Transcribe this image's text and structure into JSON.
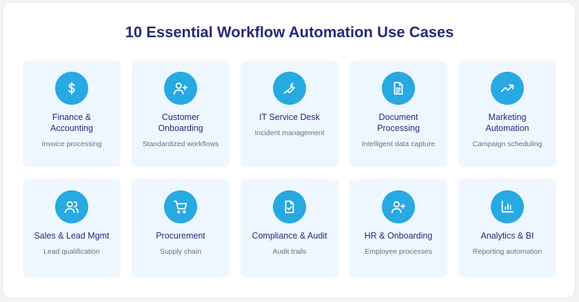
{
  "title": "10 Essential Workflow Automation Use Cases",
  "cards": [
    {
      "title": "Finance & Accounting",
      "desc": "Invoice processing",
      "icon": "dollar-icon"
    },
    {
      "title": "Customer Onboarding",
      "desc": "Standardized workflows",
      "icon": "user-plus-icon"
    },
    {
      "title": "IT Service Desk",
      "desc": "Incident management",
      "icon": "wrench-icon"
    },
    {
      "title": "Document Processing",
      "desc": "Intelligent data capture",
      "icon": "document-icon"
    },
    {
      "title": "Marketing Automation",
      "desc": "Campaign scheduling",
      "icon": "trending-up-icon"
    },
    {
      "title": "Sales & Lead Mgmt",
      "desc": "Lead qualification",
      "icon": "users-icon"
    },
    {
      "title": "Procurement",
      "desc": "Supply chain",
      "icon": "shopping-cart-icon"
    },
    {
      "title": "Compliance & Audit",
      "desc": "Audit trails",
      "icon": "file-check-icon"
    },
    {
      "title": "HR & Onboarding",
      "desc": "Employee processes",
      "icon": "user-plus-icon"
    },
    {
      "title": "Analytics & BI",
      "desc": "Reporting automation",
      "icon": "bar-chart-icon"
    }
  ],
  "colors": {
    "accent": "#27a9e1",
    "title": "#262a78",
    "card_bg": "#eef7ff"
  }
}
